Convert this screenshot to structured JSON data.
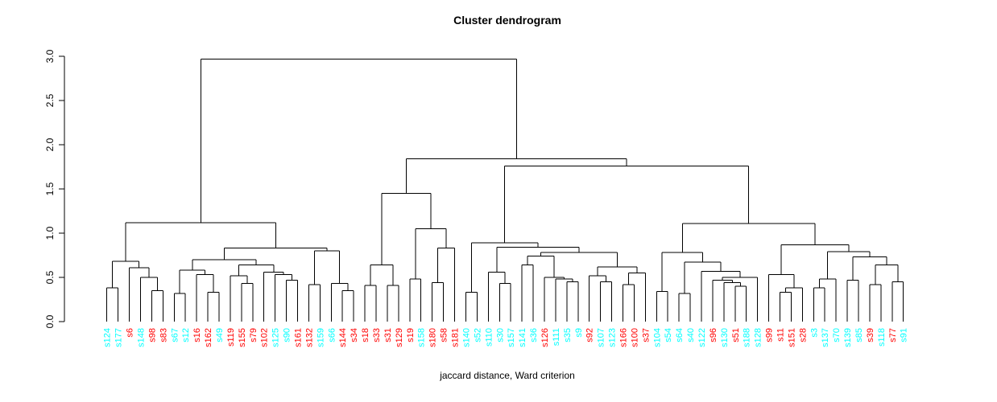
{
  "title": "Cluster dendrogram",
  "xlabel": "jaccard distance, Ward criterion",
  "colors": {
    "cyan": "#00FFFF",
    "red": "#FF0000",
    "line": "#000000",
    "text": "#000000"
  },
  "chart_data": {
    "type": "dendrogram",
    "title": "Cluster dendrogram",
    "xlabel": "jaccard distance, Ward criterion",
    "ylabel": "",
    "ylim": [
      0.0,
      3.0
    ],
    "yticks": [
      "0.0",
      "0.5",
      "1.0",
      "1.5",
      "2.0",
      "2.5",
      "3.0"
    ],
    "grid": false,
    "leaves": [
      {
        "label": "s124",
        "color": "cyan"
      },
      {
        "label": "s177",
        "color": "cyan"
      },
      {
        "label": "s6",
        "color": "red"
      },
      {
        "label": "s148",
        "color": "cyan"
      },
      {
        "label": "s98",
        "color": "red"
      },
      {
        "label": "s83",
        "color": "red"
      },
      {
        "label": "s67",
        "color": "cyan"
      },
      {
        "label": "s12",
        "color": "cyan"
      },
      {
        "label": "s16",
        "color": "red"
      },
      {
        "label": "s162",
        "color": "red"
      },
      {
        "label": "s49",
        "color": "cyan"
      },
      {
        "label": "s119",
        "color": "red"
      },
      {
        "label": "s155",
        "color": "red"
      },
      {
        "label": "s79",
        "color": "red"
      },
      {
        "label": "s102",
        "color": "red"
      },
      {
        "label": "s125",
        "color": "cyan"
      },
      {
        "label": "s90",
        "color": "cyan"
      },
      {
        "label": "s161",
        "color": "red"
      },
      {
        "label": "s132",
        "color": "red"
      },
      {
        "label": "s159",
        "color": "cyan"
      },
      {
        "label": "s66",
        "color": "cyan"
      },
      {
        "label": "s144",
        "color": "red"
      },
      {
        "label": "s34",
        "color": "red"
      },
      {
        "label": "s18",
        "color": "red"
      },
      {
        "label": "s33",
        "color": "red"
      },
      {
        "label": "s31",
        "color": "red"
      },
      {
        "label": "s129",
        "color": "red"
      },
      {
        "label": "s19",
        "color": "red"
      },
      {
        "label": "s158",
        "color": "cyan"
      },
      {
        "label": "s180",
        "color": "red"
      },
      {
        "label": "s58",
        "color": "red"
      },
      {
        "label": "s181",
        "color": "red"
      },
      {
        "label": "s140",
        "color": "cyan"
      },
      {
        "label": "s52",
        "color": "cyan"
      },
      {
        "label": "s110",
        "color": "cyan"
      },
      {
        "label": "s30",
        "color": "cyan"
      },
      {
        "label": "s157",
        "color": "cyan"
      },
      {
        "label": "s141",
        "color": "cyan"
      },
      {
        "label": "s36",
        "color": "cyan"
      },
      {
        "label": "s126",
        "color": "red"
      },
      {
        "label": "s111",
        "color": "cyan"
      },
      {
        "label": "s35",
        "color": "cyan"
      },
      {
        "label": "s9",
        "color": "cyan"
      },
      {
        "label": "s92",
        "color": "red"
      },
      {
        "label": "s107",
        "color": "cyan"
      },
      {
        "label": "s123",
        "color": "cyan"
      },
      {
        "label": "s166",
        "color": "red"
      },
      {
        "label": "s100",
        "color": "red"
      },
      {
        "label": "s37",
        "color": "red"
      },
      {
        "label": "s104",
        "color": "cyan"
      },
      {
        "label": "s54",
        "color": "cyan"
      },
      {
        "label": "s64",
        "color": "cyan"
      },
      {
        "label": "s40",
        "color": "cyan"
      },
      {
        "label": "s122",
        "color": "cyan"
      },
      {
        "label": "s96",
        "color": "red"
      },
      {
        "label": "s130",
        "color": "cyan"
      },
      {
        "label": "s51",
        "color": "red"
      },
      {
        "label": "s188",
        "color": "cyan"
      },
      {
        "label": "s128",
        "color": "cyan"
      },
      {
        "label": "s99",
        "color": "red"
      },
      {
        "label": "s11",
        "color": "red"
      },
      {
        "label": "s151",
        "color": "red"
      },
      {
        "label": "s28",
        "color": "red"
      },
      {
        "label": "s3",
        "color": "cyan"
      },
      {
        "label": "s137",
        "color": "cyan"
      },
      {
        "label": "s70",
        "color": "cyan"
      },
      {
        "label": "s139",
        "color": "cyan"
      },
      {
        "label": "s85",
        "color": "cyan"
      },
      {
        "label": "s39",
        "color": "red"
      },
      {
        "label": "s118",
        "color": "cyan"
      },
      {
        "label": "s77",
        "color": "red"
      },
      {
        "label": "s91",
        "color": "cyan"
      }
    ],
    "tree": [
      2.97,
      [
        1.12,
        [
          0.68,
          [
            0.38,
            "s124",
            "s177"
          ],
          [
            0.61,
            "s6",
            [
              0.5,
              "s148",
              [
                0.35,
                "s98",
                "s83"
              ]
            ]
          ]
        ],
        [
          0.83,
          [
            0.7,
            [
              0.58,
              [
                0.32,
                "s67",
                "s12"
              ],
              [
                0.53,
                "s16",
                [
                  0.33,
                  "s162",
                  "s49"
                ]
              ]
            ],
            [
              0.64,
              [
                0.52,
                "s119",
                [
                  0.43,
                  "s155",
                  "s79"
                ]
              ],
              [
                0.56,
                "s102",
                [
                  0.53,
                  "s125",
                  [
                    0.47,
                    "s90",
                    "s161"
                  ]
                ]
              ]
            ]
          ],
          [
            0.8,
            [
              0.42,
              "s132",
              "s159"
            ],
            [
              0.43,
              "s66",
              [
                0.35,
                "s144",
                "s34"
              ]
            ]
          ]
        ]
      ],
      [
        1.84,
        [
          1.45,
          [
            0.64,
            [
              0.41,
              "s18",
              "s33"
            ],
            [
              0.41,
              "s31",
              "s129"
            ]
          ],
          [
            1.05,
            [
              0.48,
              "s19",
              "s158"
            ],
            [
              0.83,
              [
                0.44,
                "s180",
                "s58"
              ],
              "s181"
            ]
          ]
        ],
        [
          1.76,
          [
            0.89,
            [
              0.33,
              "s140",
              "s52"
            ],
            [
              0.84,
              [
                0.56,
                "s110",
                [
                  0.43,
                  "s30",
                  "s157"
                ]
              ],
              [
                0.78,
                [
                  0.74,
                  [
                    0.64,
                    "s141",
                    "s36"
                  ],
                  [
                    0.5,
                    "s126",
                    [
                      0.48,
                      "s111",
                      [
                        0.45,
                        "s35",
                        "s9"
                      ]
                    ]
                  ]
                ],
                [
                  0.62,
                  [
                    0.52,
                    "s92",
                    [
                      0.45,
                      "s107",
                      "s123"
                    ]
                  ],
                  [
                    0.55,
                    [
                      0.42,
                      "s166",
                      "s100"
                    ],
                    "s37"
                  ]
                ]
              ]
            ]
          ],
          [
            1.11,
            [
              0.78,
              [
                0.34,
                "s104",
                "s54"
              ],
              [
                0.675,
                [
                  0.32,
                  "s64",
                  "s40"
                ],
                [
                  0.57,
                  "s122",
                  [
                    0.5,
                    [
                      0.47,
                      "s96",
                      [
                        0.44,
                        "s130",
                        [
                          0.4,
                          "s51",
                          "s188"
                        ]
                      ]
                    ],
                    "s128"
                  ]
                ]
              ]
            ],
            [
              0.87,
              [
                0.53,
                "s99",
                [
                  0.38,
                  [
                    0.33,
                    "s11",
                    "s151"
                  ],
                  "s28"
                ]
              ],
              [
                0.79,
                [
                  0.48,
                  [
                    0.38,
                    "s3",
                    "s137"
                  ],
                  "s70"
                ],
                [
                  0.73,
                  [
                    0.47,
                    "s139",
                    "s85"
                  ],
                  [
                    0.64,
                    [
                      0.42,
                      "s39",
                      "s118"
                    ],
                    [
                      0.45,
                      "s77",
                      "s91"
                    ]
                  ]
                ]
              ]
            ]
          ]
        ]
      ]
    ]
  }
}
